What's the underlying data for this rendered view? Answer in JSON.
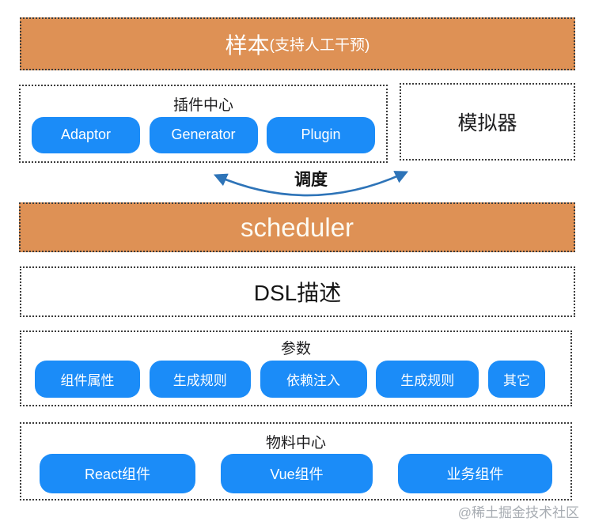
{
  "diagram": {
    "sample_bar": {
      "title": "样本",
      "subtitle": "(支持人工干预)"
    },
    "plugin_center": {
      "title": "插件中心",
      "buttons": [
        "Adaptor",
        "Generator",
        "Plugin"
      ]
    },
    "simulator": {
      "title": "模拟器"
    },
    "dispatch": {
      "label": "调度"
    },
    "scheduler_bar": {
      "title": "scheduler"
    },
    "dsl_box": {
      "title": "DSL描述"
    },
    "params": {
      "title": "参数",
      "buttons": [
        "组件属性",
        "生成规则",
        "依赖注入",
        "生成规则",
        "其它"
      ]
    },
    "materials": {
      "title": "物料中心",
      "buttons": [
        "React组件",
        "Vue组件",
        "业务组件"
      ]
    },
    "watermark": "@稀土掘金技术社区",
    "colors": {
      "orange_fill": "#de9155",
      "blue_button": "#1b8cf8",
      "arrow_blue": "#2e74b8",
      "dashed_border": "#3c3c3c",
      "watermark_gray": "#a8adb3"
    }
  }
}
